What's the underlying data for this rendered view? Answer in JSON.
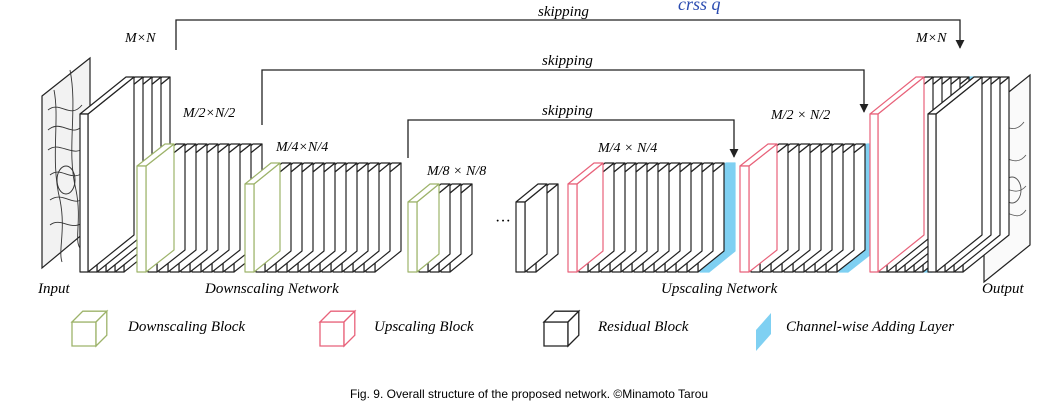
{
  "labels": {
    "input": "Input",
    "output": "Output",
    "downscaling_network": "Downscaling Network",
    "upscaling_network": "Upscaling Network",
    "dim_mn": "M×N",
    "dim_m2_left": "M/2×N/2",
    "dim_m4_left": "M/4×N/4",
    "dim_m8": "M/8 × N/8",
    "dim_m4_right": "M/4 × N/4",
    "dim_m2_right": "M/2 × N/2",
    "dim_mn_right": "M×N",
    "ellipsis": "···",
    "skip_top": "skipping",
    "skip_mid": "skipping",
    "skip_low": "skipping",
    "handwriting": "crss  q"
  },
  "legend": [
    {
      "label": "Downscaling Block",
      "color": "#9db36a"
    },
    {
      "label": "Upscaling Block",
      "color": "#e8627a"
    },
    {
      "label": "Residual Block",
      "color": "#222222"
    },
    {
      "label": "Channel-wise Adding Layer",
      "color": "#7fd0f2"
    }
  ],
  "caption": "Fig. 9.  Overall structure of the proposed network. ©Minamoto Tarou",
  "colors": {
    "downscale": "#9db36a",
    "upscale": "#e8627a",
    "residual": "#222222",
    "adding": "#7fd0f2"
  }
}
